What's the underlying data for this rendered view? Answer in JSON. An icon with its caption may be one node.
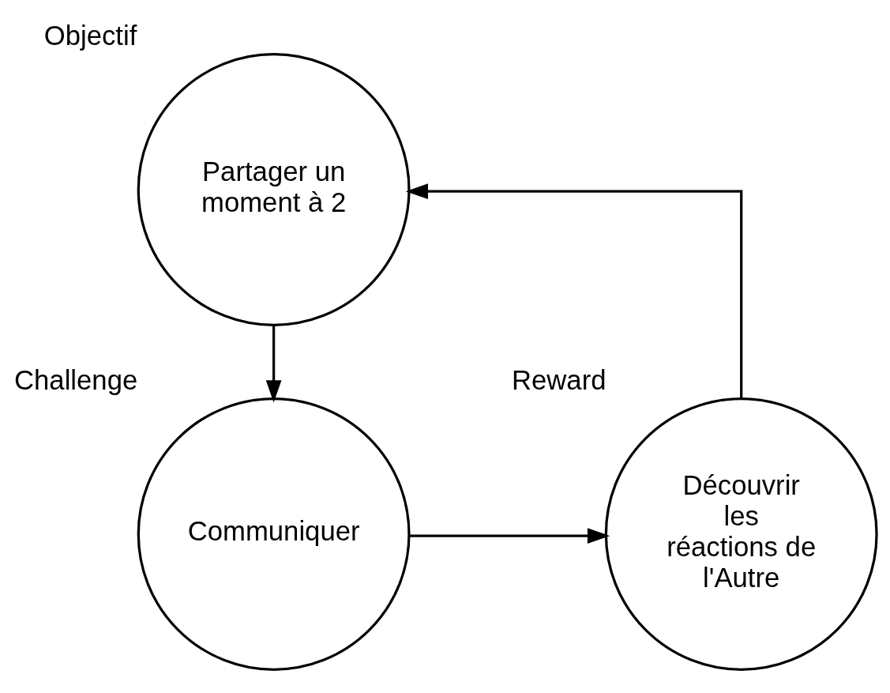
{
  "diagram": {
    "nodes": [
      {
        "text": [
          "Partager un moment à 2"
        ],
        "beside": [
          "Objectif"
        ]
      },
      {
        "text": [
          "Communiquer"
        ],
        "beside": [
          "Challenge"
        ]
      },
      {
        "text": [
          "Découvrir les réactions de l'Autre"
        ],
        "beside": [
          "Reward"
        ]
      }
    ],
    "edges": [
      {
        "from": 0,
        "to": 1,
        "arrow": "to"
      },
      {
        "from": 1,
        "to": 2,
        "arrow": "to"
      },
      {
        "from": 2,
        "to": 0,
        "arrow": "to"
      }
    ]
  }
}
